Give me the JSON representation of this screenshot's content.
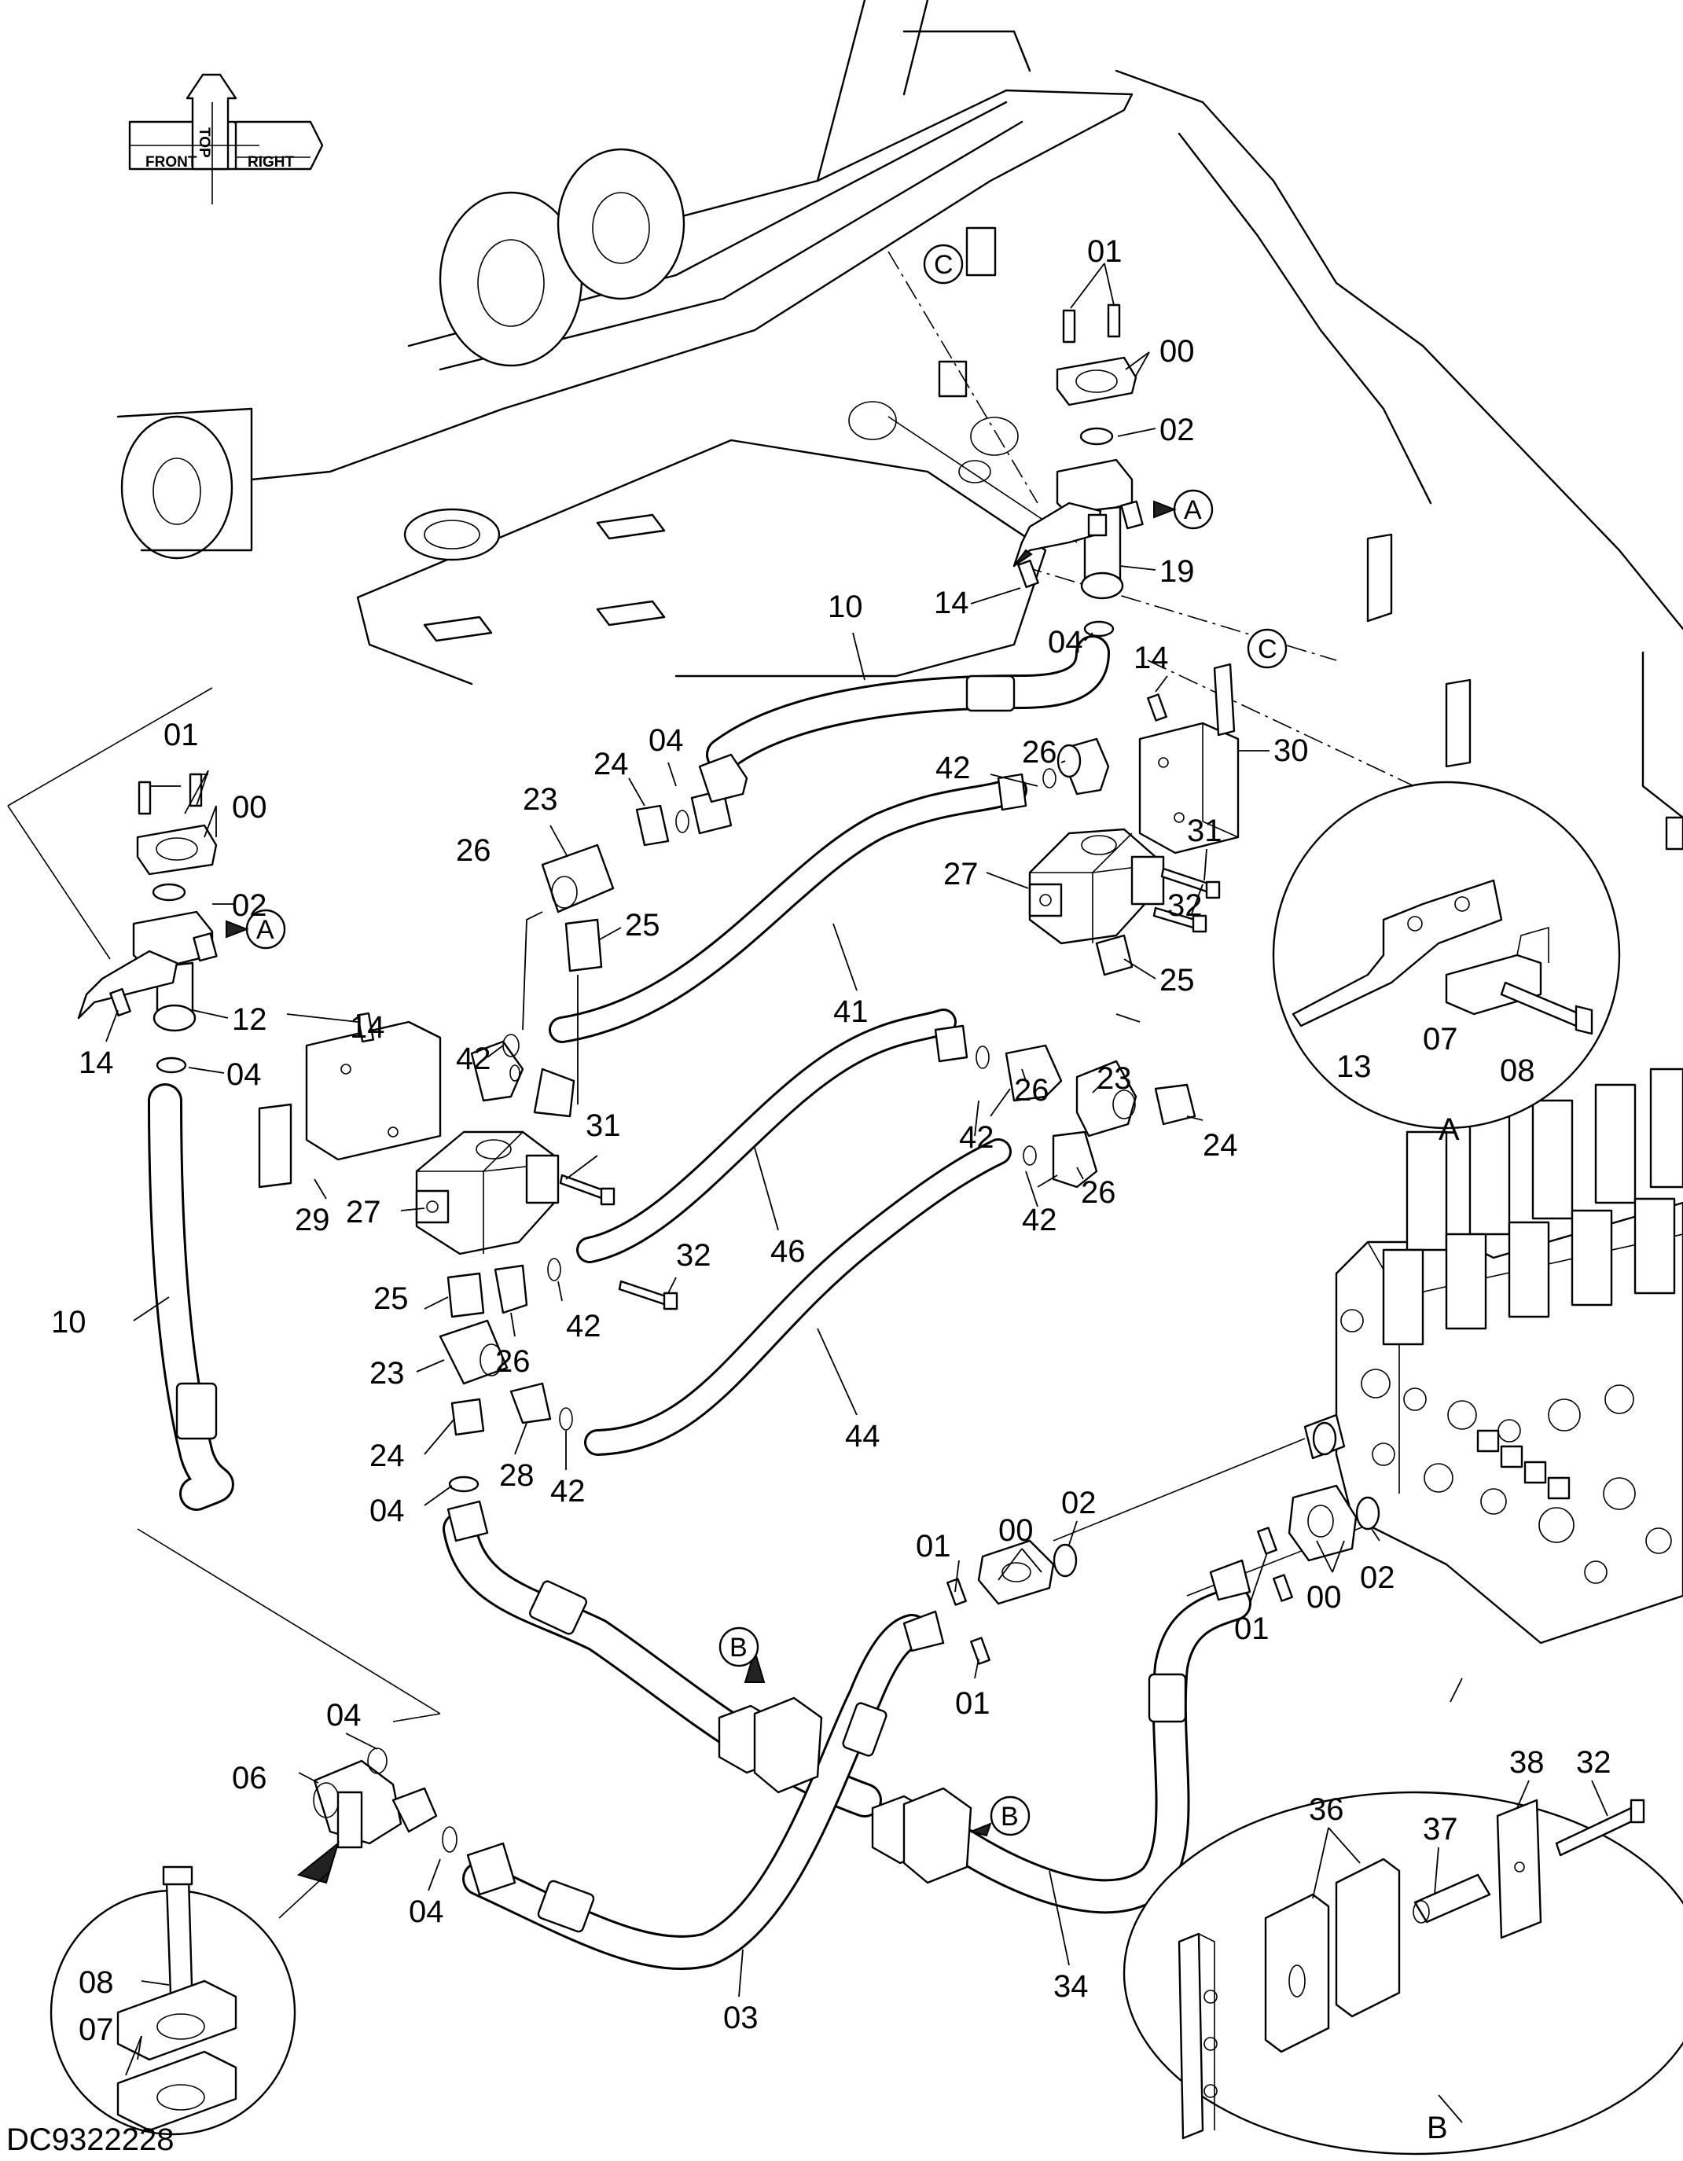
{
  "drawing_number": "DC9322228",
  "orientation_labels": {
    "front": "FRONT",
    "top": "TOP",
    "right": "RIGHT"
  },
  "callouts": [
    {
      "id": "c01a",
      "text": "01"
    },
    {
      "id": "c00a",
      "text": "00"
    },
    {
      "id": "c02a",
      "text": "02"
    },
    {
      "id": "c19",
      "text": "19"
    },
    {
      "id": "c14a",
      "text": "14"
    },
    {
      "id": "c04a",
      "text": "04"
    },
    {
      "id": "c10a",
      "text": "10"
    },
    {
      "id": "c14b",
      "text": "14"
    },
    {
      "id": "c30",
      "text": "30"
    },
    {
      "id": "c26a",
      "text": "26"
    },
    {
      "id": "c42a",
      "text": "42"
    },
    {
      "id": "c04b",
      "text": "04"
    },
    {
      "id": "c24a",
      "text": "24"
    },
    {
      "id": "c23a",
      "text": "23"
    },
    {
      "id": "c31a",
      "text": "31"
    },
    {
      "id": "c27a",
      "text": "27"
    },
    {
      "id": "c32a",
      "text": "32"
    },
    {
      "id": "c25a",
      "text": "25"
    },
    {
      "id": "c13",
      "text": "13"
    },
    {
      "id": "c07a",
      "text": "07"
    },
    {
      "id": "c08a",
      "text": "08"
    },
    {
      "id": "c01b",
      "text": "01"
    },
    {
      "id": "c00b",
      "text": "00"
    },
    {
      "id": "c02b",
      "text": "02"
    },
    {
      "id": "c12",
      "text": "12"
    },
    {
      "id": "c14c",
      "text": "14"
    },
    {
      "id": "c04c",
      "text": "04"
    },
    {
      "id": "c26b",
      "text": "26"
    },
    {
      "id": "c25b",
      "text": "25"
    },
    {
      "id": "c42b",
      "text": "42"
    },
    {
      "id": "c41",
      "text": "41"
    },
    {
      "id": "c42c",
      "text": "42"
    },
    {
      "id": "c26c",
      "text": "26"
    },
    {
      "id": "c23b",
      "text": "23"
    },
    {
      "id": "c24b",
      "text": "24"
    },
    {
      "id": "c14d",
      "text": "14"
    },
    {
      "id": "c31b",
      "text": "31"
    },
    {
      "id": "c29",
      "text": "29"
    },
    {
      "id": "c27b",
      "text": "27"
    },
    {
      "id": "c46",
      "text": "46"
    },
    {
      "id": "c42d",
      "text": "42"
    },
    {
      "id": "c26d",
      "text": "26"
    },
    {
      "id": "c32b",
      "text": "32"
    },
    {
      "id": "c10b",
      "text": "10"
    },
    {
      "id": "c25c",
      "text": "25"
    },
    {
      "id": "c26e",
      "text": "26"
    },
    {
      "id": "c42e",
      "text": "42"
    },
    {
      "id": "c23c",
      "text": "23"
    },
    {
      "id": "c44",
      "text": "44"
    },
    {
      "id": "c24c",
      "text": "24"
    },
    {
      "id": "c28",
      "text": "28"
    },
    {
      "id": "c42f",
      "text": "42"
    },
    {
      "id": "c04d",
      "text": "04"
    },
    {
      "id": "c00c",
      "text": "00"
    },
    {
      "id": "c02c",
      "text": "02"
    },
    {
      "id": "c01c",
      "text": "01"
    },
    {
      "id": "c02d",
      "text": "02"
    },
    {
      "id": "c01d",
      "text": "01"
    },
    {
      "id": "c01e",
      "text": "01"
    },
    {
      "id": "c00d",
      "text": "00"
    },
    {
      "id": "c04e",
      "text": "04"
    },
    {
      "id": "c06",
      "text": "06"
    },
    {
      "id": "c04f",
      "text": "04"
    },
    {
      "id": "c08b",
      "text": "08"
    },
    {
      "id": "c07b",
      "text": "07"
    },
    {
      "id": "c03",
      "text": "03"
    },
    {
      "id": "c34",
      "text": "34"
    },
    {
      "id": "c38",
      "text": "38"
    },
    {
      "id": "c32c",
      "text": "32"
    },
    {
      "id": "c36",
      "text": "36"
    },
    {
      "id": "c37",
      "text": "37"
    }
  ],
  "reference_markers": [
    {
      "id": "rA1",
      "text": "A"
    },
    {
      "id": "rA2",
      "text": "A"
    },
    {
      "id": "rB1",
      "text": "B"
    },
    {
      "id": "rB2",
      "text": "B"
    },
    {
      "id": "rC1",
      "text": "C"
    },
    {
      "id": "rC2",
      "text": "C"
    }
  ],
  "detail_labels": [
    {
      "id": "dA",
      "text": "A"
    },
    {
      "id": "dB",
      "text": "B"
    }
  ]
}
